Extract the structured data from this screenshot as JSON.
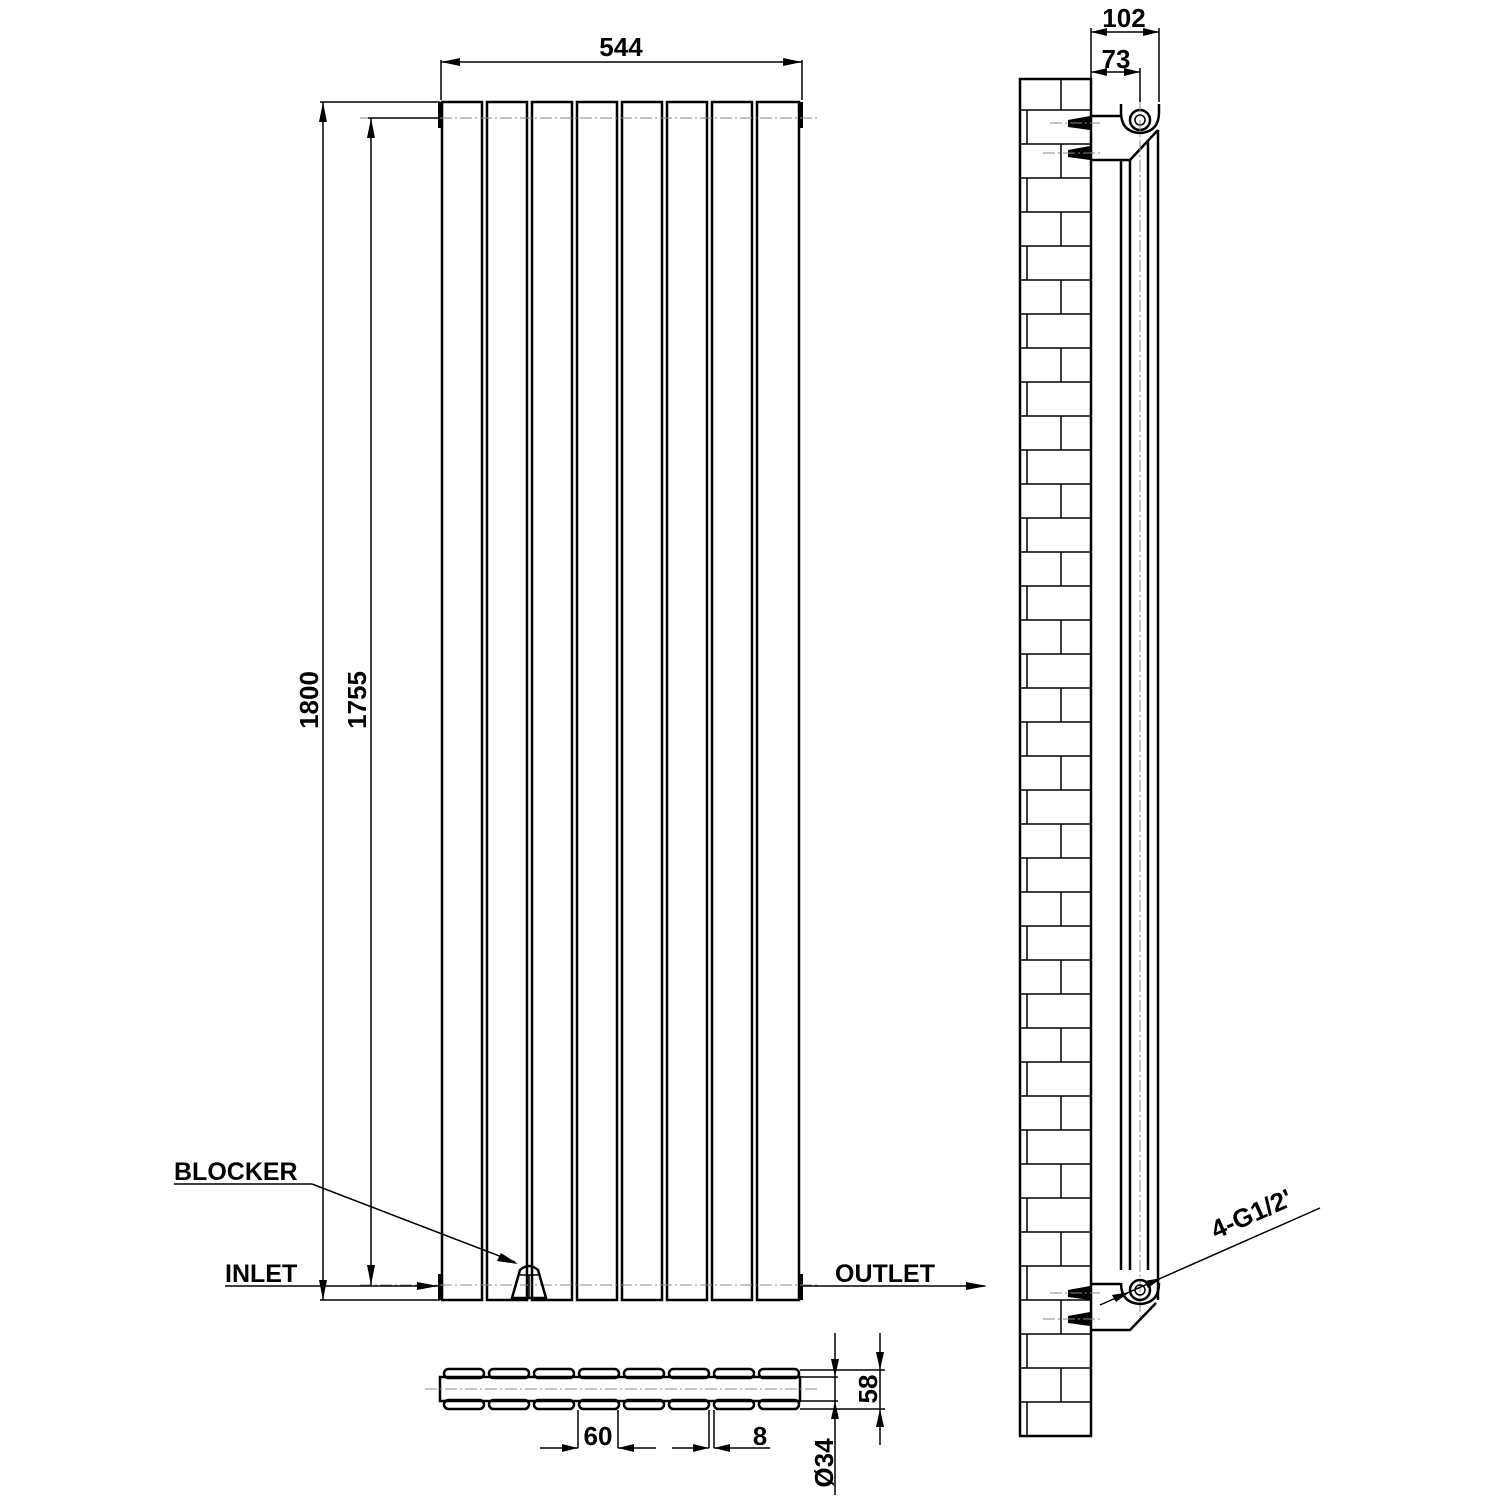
{
  "drawing": {
    "title": "Vertical double panel radiator technical drawing",
    "front_view": {
      "column_count": 8,
      "width_label": "544",
      "height_label": "1800",
      "centers_label": "1755",
      "labels": {
        "blocker": "BLOCKER",
        "inlet": "INLET",
        "outlet": "OUTLET"
      }
    },
    "side_view": {
      "depth_total_label": "102",
      "depth_centers_label": "73",
      "connection_label": "4-G1/2'"
    },
    "plan_view": {
      "column_pitch_label": "60",
      "column_gap_label": "8",
      "depth_label": "58",
      "pipe_diameter_label": "Ø34"
    }
  }
}
